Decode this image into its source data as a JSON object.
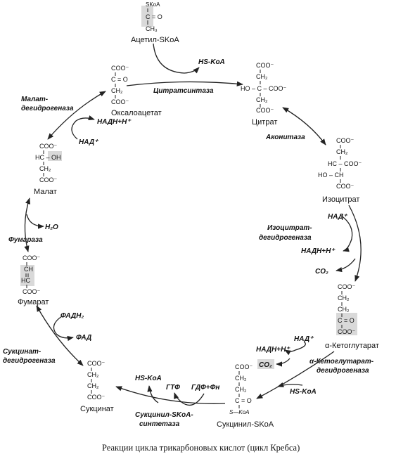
{
  "caption": "Реакции цикла трикарбоновых кислот (цикл Кребса)",
  "compounds": {
    "acetyl_scoa": {
      "name": "Ацетил-SKoA",
      "lines": [
        "SKoA",
        "C = O",
        "CH₃"
      ]
    },
    "oxaloacetate": {
      "name": "Оксалоацетат",
      "lines": [
        "COO⁻",
        "C = O",
        "CH₂",
        "COO⁻"
      ]
    },
    "citrate": {
      "name": "Цитрат",
      "lines": [
        "COO⁻",
        "CH₂",
        "HO – C – COO⁻",
        "CH₂",
        "COO⁻"
      ]
    },
    "isocitrate": {
      "name": "Изоцитрат",
      "lines": [
        "COO⁻",
        "CH₂",
        "HC – COO⁻",
        "HO – CH",
        "COO⁻"
      ]
    },
    "alpha_ketoglutarate": {
      "name": "α-Кетоглутарат",
      "lines": [
        "COO⁻",
        "CH₂",
        "CH₂",
        "C = O",
        "COO⁻"
      ]
    },
    "succinyl_scoa": {
      "name": "Сукцинил-SKoA",
      "lines": [
        "COO⁻",
        "CH₂",
        "CH₂",
        "C = O",
        "S—KoA"
      ]
    },
    "succinate": {
      "name": "Сукцинат",
      "lines": [
        "COO⁻",
        "CH₂",
        "CH₂",
        "COO⁻"
      ]
    },
    "fumarate": {
      "name": "Фумарат",
      "lines": [
        "COO⁻",
        "CH",
        "HC",
        "COO⁻"
      ]
    },
    "malate": {
      "name": "Малат",
      "lines": [
        "COO⁻",
        "HC – OH",
        "CH₂",
        "COO⁻"
      ]
    }
  },
  "enzymes": {
    "citrate_synthase": "Цитратсинтаза",
    "aconitase": "Аконитаза",
    "isocitrate_dh": [
      "Изоцитрат-",
      "дегидрогеназа"
    ],
    "akg_dh": [
      "α-Кетоглутарат-",
      "дегидрогеназа"
    ],
    "succinyl_synthetase": [
      "Сукцинил-SKoA-",
      "синтетаза"
    ],
    "succinate_dh": [
      "Сукцинат-",
      "дегидрогеназа"
    ],
    "fumarase": "Фумараза",
    "malate_dh": [
      "Малат-",
      "дегидрогеназа"
    ]
  },
  "cofactors": {
    "hs_koa_1": "HS-KoA",
    "nad_1": "НАД⁺",
    "nadh_1": "НАДН+Н⁺",
    "co2_1": "CO₂",
    "nad_2": "НАД⁺",
    "nadh_2": "НАДН+Н⁺",
    "co2_2": "CO₂",
    "hs_koa_2": "HS-KoA",
    "hs_koa_3": "HS-KoA",
    "gtp": "ГТФ",
    "gdp": "ГДФ+Фн",
    "fadh2": "ФАДН₂",
    "fad": "ФАД",
    "h2o": "H₂O",
    "nad_3": "НАД⁺",
    "nadh_3": "НАДН+Н⁺"
  }
}
